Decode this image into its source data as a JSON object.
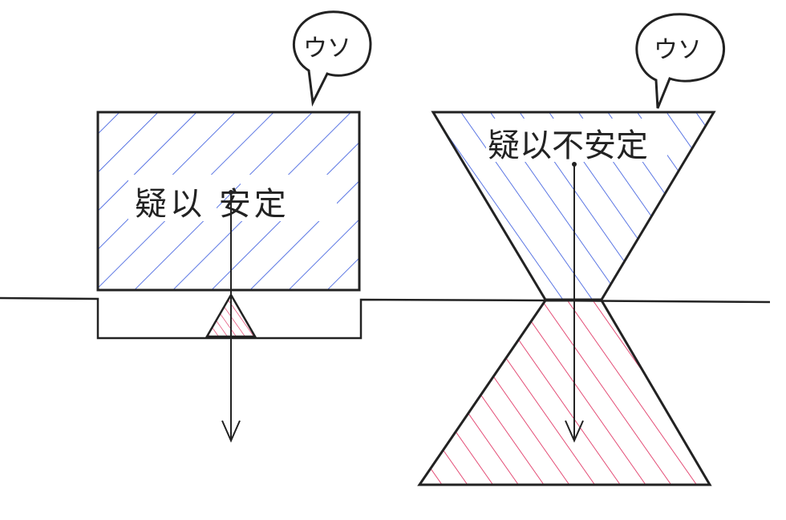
{
  "left_figure": {
    "label": "疑以 安定",
    "bubble": "ウソ"
  },
  "right_figure": {
    "label": "疑以不安定",
    "bubble": "ウソ"
  },
  "colors": {
    "blue_hatch": "#3355dd",
    "red_hatch": "#dd2255",
    "ink": "#222222"
  }
}
